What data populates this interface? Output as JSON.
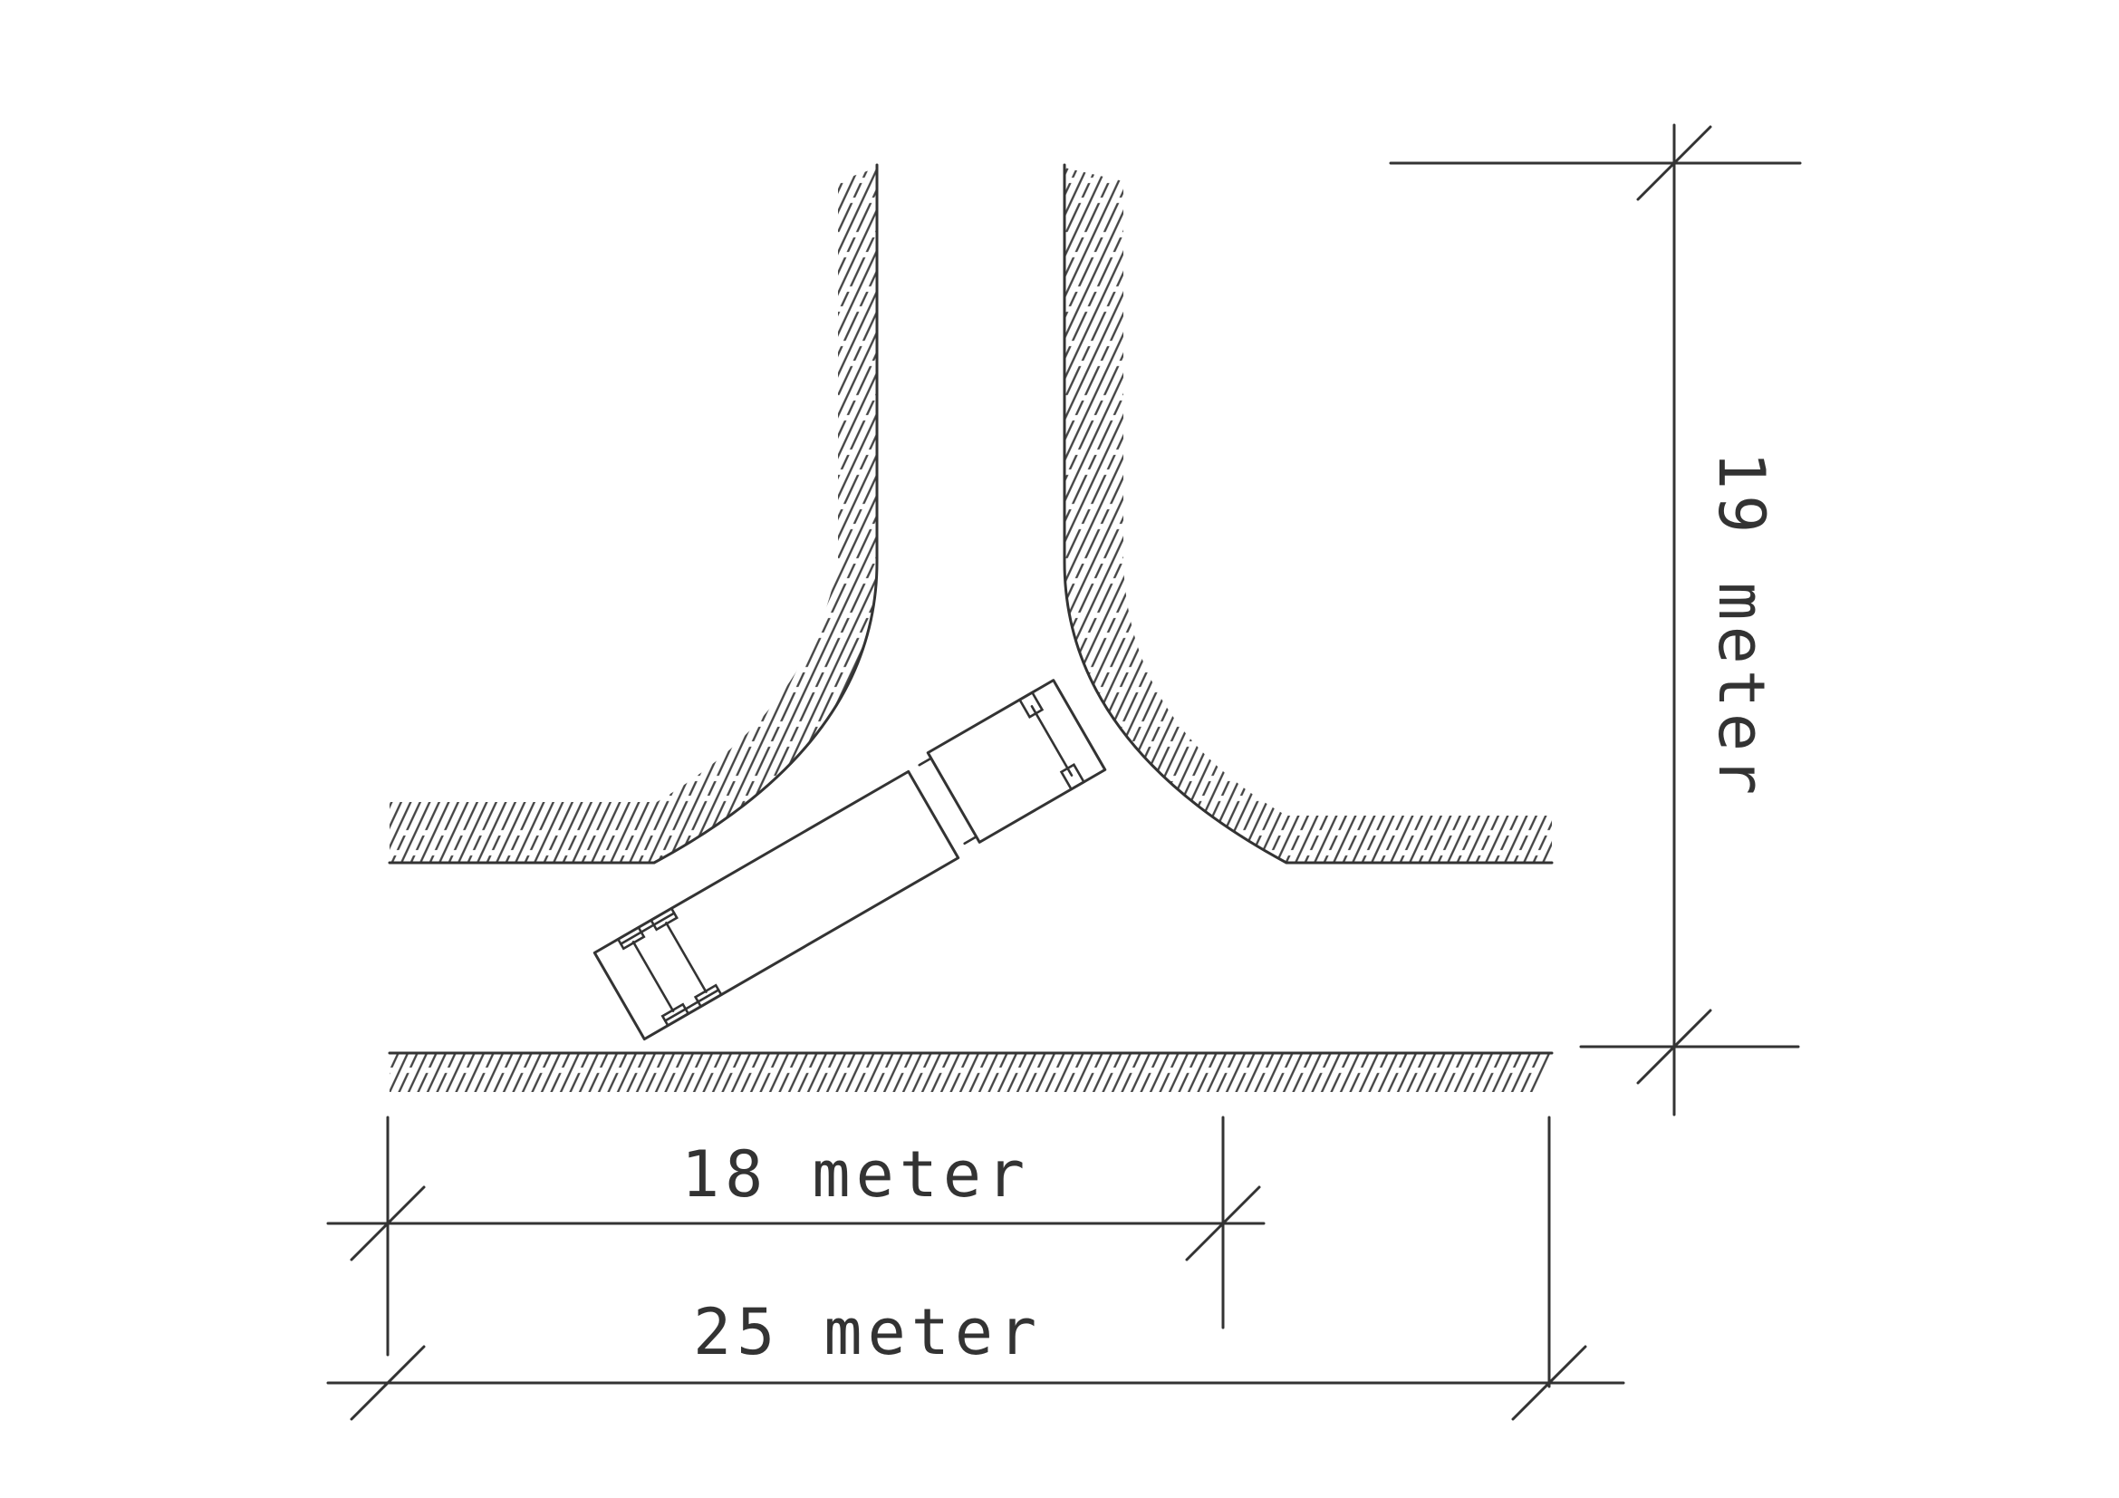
{
  "dimensions": {
    "horizontal_short": "18 meter",
    "horizontal_long": "25 meter",
    "vertical": "19 meter"
  }
}
